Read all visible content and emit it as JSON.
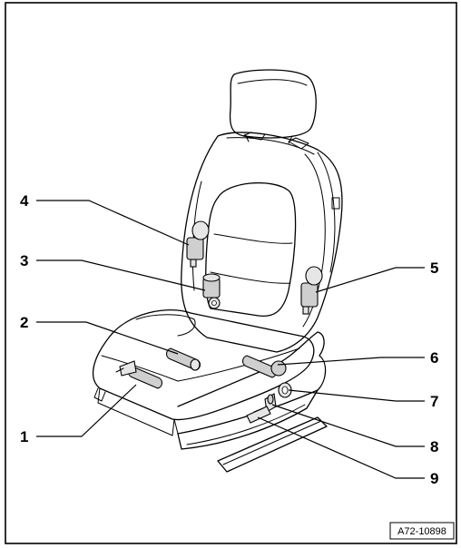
{
  "figure": {
    "reference": "A72-10898",
    "callouts": [
      {
        "id": 1,
        "label": "1"
      },
      {
        "id": 2,
        "label": "2"
      },
      {
        "id": 3,
        "label": "3"
      },
      {
        "id": 4,
        "label": "4"
      },
      {
        "id": 5,
        "label": "5"
      },
      {
        "id": 6,
        "label": "6"
      },
      {
        "id": 7,
        "label": "7"
      },
      {
        "id": 8,
        "label": "8"
      },
      {
        "id": 9,
        "label": "9"
      }
    ]
  }
}
